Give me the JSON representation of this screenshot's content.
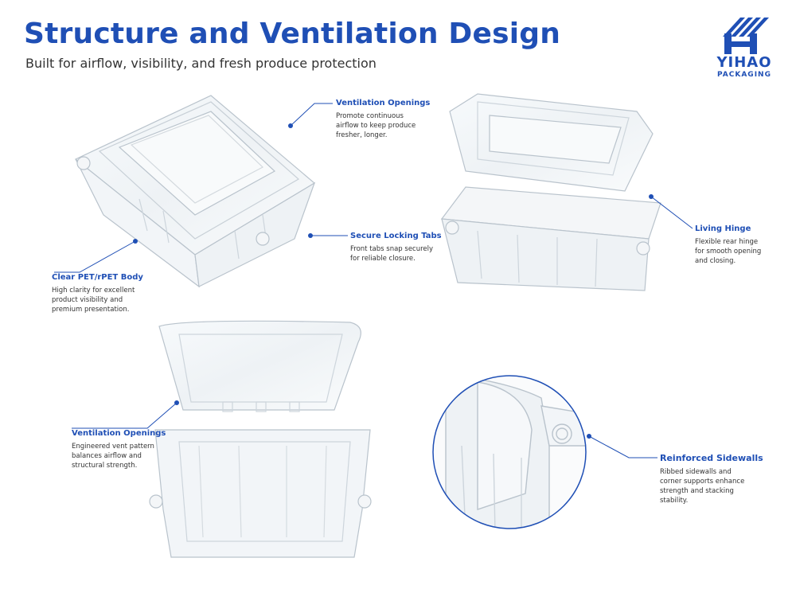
{
  "header": {
    "title": "Structure and Ventilation Design",
    "subtitle": "Built for airflow, visibility, and fresh produce protection"
  },
  "logo": {
    "name": "YIHAO",
    "sub": "PACKAGING",
    "color": "#1f4fb5"
  },
  "callouts": {
    "vent_top": {
      "title": "Ventilation Openings",
      "body": "Promote continuous\nairflow to keep produce\nfresher, longer."
    },
    "locking_tabs": {
      "title": "Secure Locking Tabs",
      "body": "Front tabs snap securely\nfor reliable closure."
    },
    "body": {
      "title": "Clear PET/rPET Body",
      "body": "High clarity for excellent\nproduct visibility and\npremium presentation."
    },
    "hinge": {
      "title": "Living Hinge",
      "body": "Flexible rear hinge\nfor smooth opening\nand closing."
    },
    "vent_bottom": {
      "title": "Ventilation Openings",
      "body": "Engineered vent pattern\nbalances airflow and\nstructural strength."
    },
    "sidewalls": {
      "title": "Reinforced Sidewalls",
      "body": "Ribbed sidewalls and\ncorner supports enhance\nstrength and stacking\nstability."
    }
  },
  "colors": {
    "accent": "#1f4fb5",
    "container_edge": "#b9c3cc"
  }
}
